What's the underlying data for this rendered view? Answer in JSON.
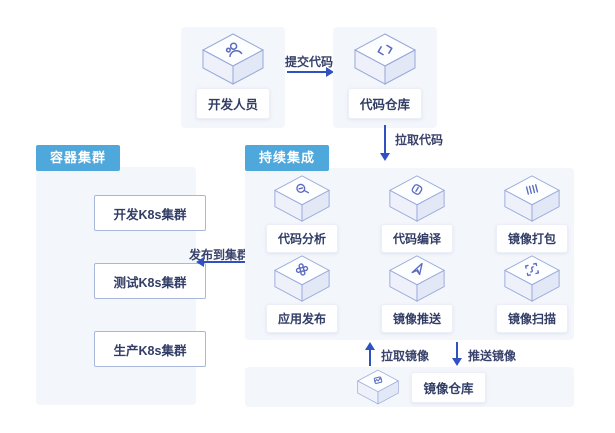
{
  "diagram_title": "CI/CD Kubernetes pipeline diagram",
  "colors": {
    "tab_bg": "#4FA8DC",
    "panel_bg": "#F3F6FB",
    "arrow": "#2F52C0",
    "label_text": "#323D66",
    "cube_border": "#97A6DA"
  },
  "nodes": {
    "developer": {
      "label": "开发人员",
      "icon": "developer-icon"
    },
    "code_repo": {
      "label": "代码仓库",
      "icon": "code-repo-icon"
    },
    "registry": {
      "label": "镜像仓库",
      "icon": "image-registry-icon"
    }
  },
  "arrows": {
    "submit_code": "提交代码",
    "pull_code": "拉取代码",
    "deploy_to_cluster": "发布到集群",
    "pull_image": "拉取镜像",
    "push_image": "推送镜像"
  },
  "cluster_panel": {
    "title": "容器集群",
    "items": [
      {
        "label": "开发K8s集群"
      },
      {
        "label": "测试K8s集群"
      },
      {
        "label": "生产K8s集群"
      }
    ]
  },
  "ci_panel": {
    "title": "持续集成",
    "items": [
      {
        "label": "代码分析",
        "icon": "code-analysis-icon"
      },
      {
        "label": "代码编译",
        "icon": "code-compile-icon"
      },
      {
        "label": "镜像打包",
        "icon": "image-package-icon"
      },
      {
        "label": "应用发布",
        "icon": "app-release-icon"
      },
      {
        "label": "镜像推送",
        "icon": "image-push-icon"
      },
      {
        "label": "镜像扫描",
        "icon": "image-scan-icon"
      }
    ]
  }
}
